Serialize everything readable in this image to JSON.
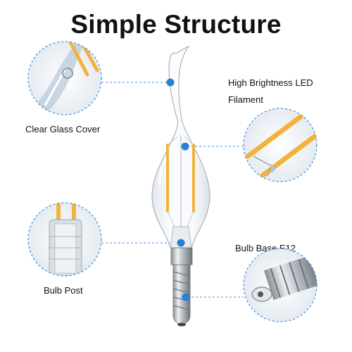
{
  "title": "Simple Structure",
  "labels": {
    "clear_glass_cover": "Clear Glass Cover",
    "led_filament_line1": "High Brightness LED",
    "led_filament_line2": "Filament",
    "bulb_post": "Bulb Post",
    "bulb_base": "Bulb Base E12"
  },
  "colors": {
    "callout_dot": "#2b7fd4",
    "callout_line": "#4a90d9",
    "circle_border": "#3d8bdc",
    "filament": "#f2b33d"
  }
}
